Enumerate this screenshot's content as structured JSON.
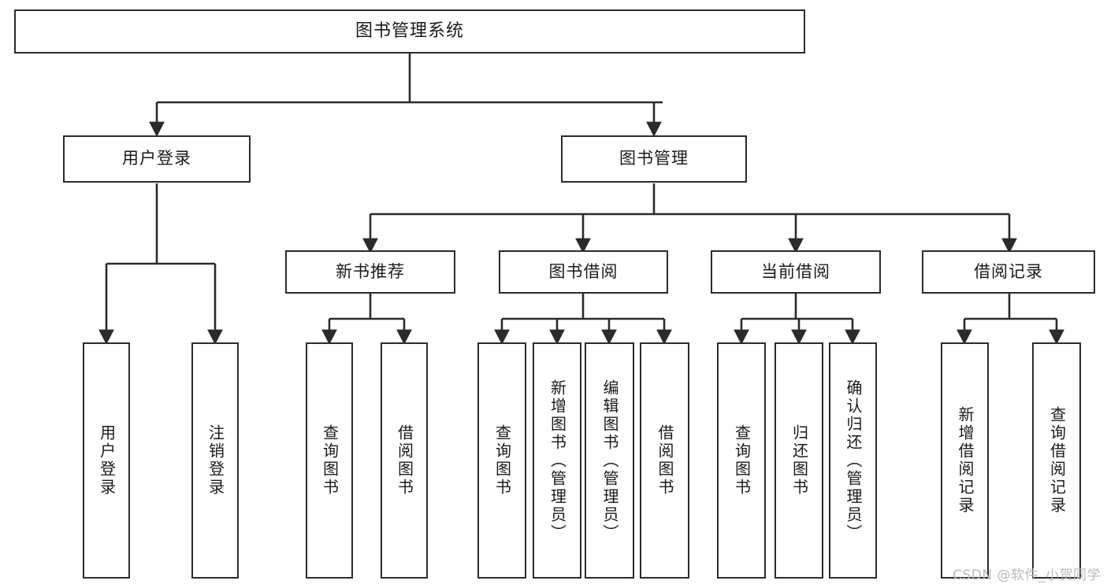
{
  "diagram": {
    "title": "图书管理系统",
    "type": "tree-hierarchy-diagram",
    "watermark": "CSDN @软件_小贺同学",
    "colors": {
      "background": "#ffffff",
      "box_border": "#2b2b2b",
      "box_fill": "#ffffff",
      "connector": "#2b2b2b",
      "text": "#1a1a1a",
      "watermark": "#b9b9b9"
    },
    "levels": {
      "root": "图书管理系统",
      "level2": [
        "用户登录",
        "图书管理"
      ],
      "level3": [
        "新书推荐",
        "图书借阅",
        "当前借阅",
        "借阅记录"
      ]
    },
    "nodes": {
      "root": {
        "label": "图书管理系统"
      },
      "user_login": {
        "label": "用户登录"
      },
      "book_manage": {
        "label": "图书管理"
      },
      "new_book_rec": {
        "label": "新书推荐"
      },
      "book_borrow": {
        "label": "图书借阅"
      },
      "current_borrow": {
        "label": "当前借阅"
      },
      "borrow_record": {
        "label": "借阅记录"
      },
      "leaf_user_login": {
        "label": "用户登录"
      },
      "leaf_logout": {
        "label": "注销登录"
      },
      "leaf_query_book_1": {
        "label": "查询图书"
      },
      "leaf_borrow_book_1": {
        "label": "借阅图书"
      },
      "leaf_query_book_2": {
        "label": "查询图书"
      },
      "leaf_add_book": {
        "label": "新增图书（管理员）"
      },
      "leaf_edit_book": {
        "label": "编辑图书（管理员）"
      },
      "leaf_borrow_book_2": {
        "label": "借阅图书"
      },
      "leaf_query_book_3": {
        "label": "查询图书"
      },
      "leaf_return_book": {
        "label": "归还图书"
      },
      "leaf_confirm_return": {
        "label": "确认归还（管理员）"
      },
      "leaf_add_record": {
        "label": "新增借阅记录"
      },
      "leaf_query_record": {
        "label": "查询借阅记录"
      }
    }
  }
}
